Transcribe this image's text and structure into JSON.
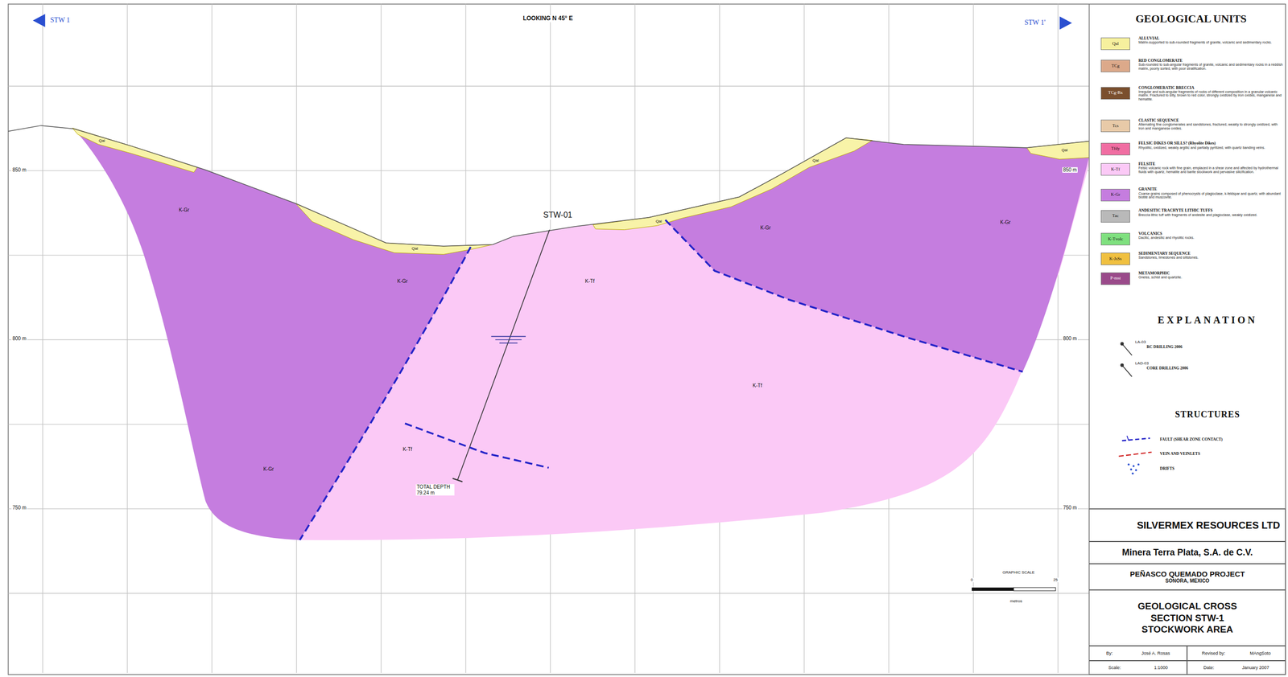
{
  "diagram": {
    "title": "GEOLOGICAL CROSS SECTION STW-1 STOCKWORK AREA",
    "nodes": [
      {
        "text": [
          "SILVERMEX RESOURCES LTD"
        ]
      },
      {
        "text": [
          "Minera Terra Plata, S.A. de C.V."
        ]
      },
      {
        "text": [
          "PEÑASCO QUEMADO PROJECT",
          "SONORA, MEXICO"
        ]
      },
      {
        "text": [
          "By:",
          "José A. Rosas"
        ]
      },
      {
        "text": [
          "Revised by:",
          "MAngSoto"
        ]
      },
      {
        "text": [
          "Scale:",
          "1:1000"
        ]
      },
      {
        "text": [
          "Date:",
          "January 2007"
        ]
      }
    ],
    "labels": [
      "STW 1",
      "STW 1'",
      "LOOKING N 45° E",
      "850 m",
      "850 m",
      "800 m",
      "800 m",
      "750 m",
      "750 m",
      "Qal",
      "Qal",
      "Qal",
      "Qal",
      "Qal",
      "K-Gr",
      "K-Gr",
      "K-Gr",
      "K-Gr",
      "K-Gr",
      "K-Tf",
      "K-Tf",
      "K-Tf",
      "STW-01",
      "TOTAL DEPTH 79.24 m",
      "GRAPHIC SCALE",
      "0",
      "25",
      "metros",
      "GEOLOGICAL UNITS",
      "Qal",
      "TCg",
      "TCg-Bx",
      "Tcs",
      "Tfdy",
      "K-Tf",
      "K-Gr",
      "Tac",
      "K-Tvolc",
      "K-JsSs",
      "P-mst",
      "Matrix-supported to sub-rounded fragments of granite, volcanic and sedimentary rocks.",
      "Sub-rounded to sub-angular fragments of granite, volcanic and sedimentary rocks in a reddish matrix, poorly sorted, with poor stratification.",
      "Irregular and sub-angular fragments of rocks of different composition in a granular volcanic matrix. Fractured to silty, brown to red color, strongly oxidized by iron oxides, manganese and hematite.",
      "Alternating fine conglomerates and sandstones, fractured, weakly to strongly oxidized, with iron and manganese oxides.",
      "Rhyolitic, oxidized, weakly argillic and partially pyritized, with quartz banding veins.",
      "Felsic volcanic rock with fine grain, emplaced in a shear zone and affected by hydrothermal fluids with quartz, hematite and barite stockwork and pervasive silicification.",
      "Coarse grains composed of phenocrysts of plagioclase, k-feldspar and quartz, with abundant biotite and muscovite.",
      "Breccia lithic tuff with fragments of andesite and plagioclase, weakly oxidized.",
      "Dacitic, andesitic and rhyolitic rocks.",
      "Sandstones, limestones and siltstones.",
      "Gneiss, schist and quartzite.",
      "EXPLANATION",
      "LA-03",
      "LAD-03",
      "STRUCTURES"
    ],
    "legend": [
      {
        "text": "ALLUVIAL",
        "color": "#f6f09e"
      },
      {
        "text": "RED CONGLOMERATE",
        "color": "#dca98a"
      },
      {
        "text": "CONGLOMERATIC BRECCIA",
        "color": "#7a4f2e"
      },
      {
        "text": "CLASTIC SEQUENCE",
        "color": "#e8caa8"
      },
      {
        "text": "FELSIC DIKES OR SILLS? (Rhyolite Dikes)",
        "color": "#f06ea2"
      },
      {
        "text": "FELSITE",
        "color": "#fbc9f6"
      },
      {
        "text": "GRANITE",
        "color": "#c57ddf"
      },
      {
        "text": "ANDESITIC TRACHYTE LITHIC TUFFS",
        "color": "#b9b9b9"
      },
      {
        "text": "VOLCANICS",
        "color": "#7fe07f"
      },
      {
        "text": "SEDIMENTARY SEQUENCE",
        "color": "#f0c040"
      },
      {
        "text": "METAMORPHIC",
        "color": "#9a4a8a"
      },
      {
        "text": "RC DRILLING 2006"
      },
      {
        "text": "CORE DRILLING 2006"
      },
      {
        "text": "FAULT (SHEAR ZONE CONTACT)"
      },
      {
        "text": "VEIN AND VEINLETS"
      },
      {
        "text": "DRIFTS"
      }
    ]
  }
}
